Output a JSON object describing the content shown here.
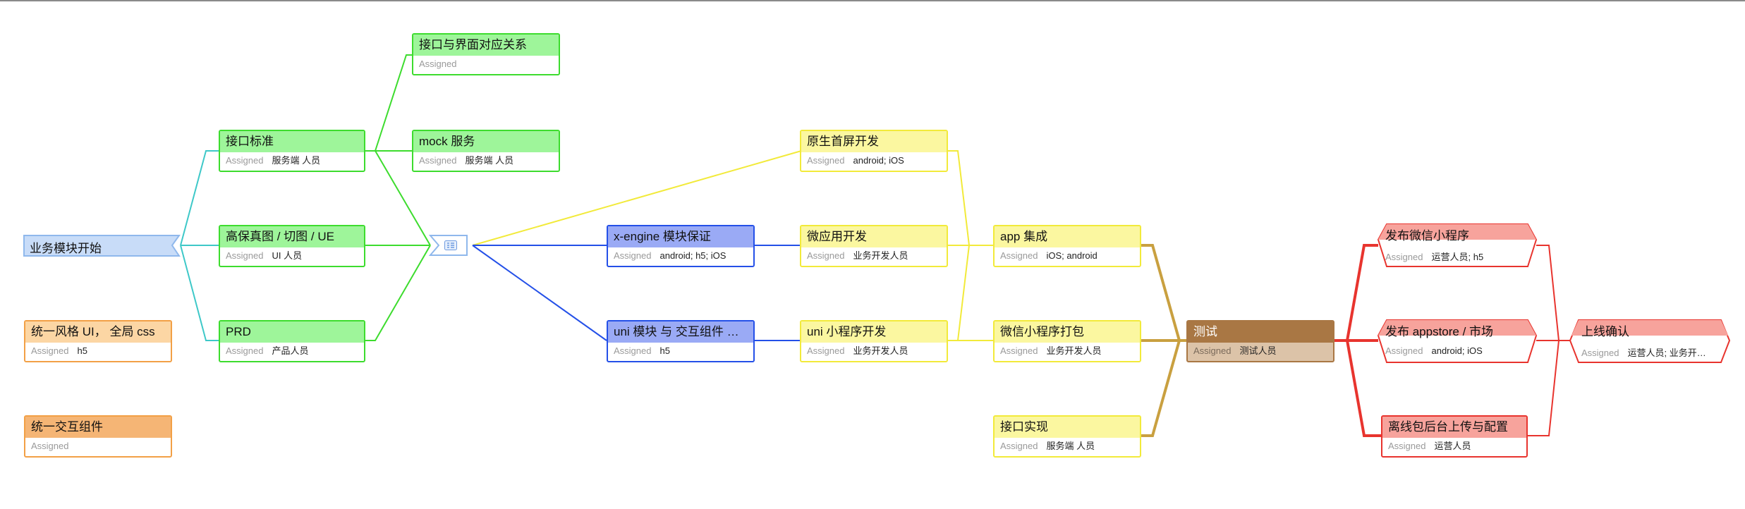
{
  "assigned_label": "Assigned",
  "nodes": {
    "start": {
      "title": "业务模块开始"
    },
    "style_ui": {
      "title": "统一风格 UI， 全局 css",
      "assignee": "h5"
    },
    "interaction": {
      "title": "统一交互组件",
      "assignee": ""
    },
    "api_std": {
      "title": "接口标准",
      "assignee": "服务端 人员"
    },
    "hifi": {
      "title": "高保真图 / 切图 / UE",
      "assignee": "UI 人员"
    },
    "prd": {
      "title": "PRD",
      "assignee": "产品人员"
    },
    "api_ui_map": {
      "title": "接口与界面对应关系",
      "assignee": ""
    },
    "mock": {
      "title": "mock 服务",
      "assignee": "服务端 人员"
    },
    "xengine": {
      "title": "x-engine 模块保证",
      "assignee": "android; h5; iOS"
    },
    "uni_module": {
      "title": "uni 模块 与 交互组件 保证",
      "assignee": "h5"
    },
    "native_home": {
      "title": "原生首屏开发",
      "assignee": "android; iOS"
    },
    "micro_app": {
      "title": "微应用开发",
      "assignee": "业务开发人员"
    },
    "uni_mini": {
      "title": "uni 小程序开发",
      "assignee": "业务开发人员"
    },
    "app_integrate": {
      "title": "app 集成",
      "assignee": "iOS; android"
    },
    "wx_package": {
      "title": "微信小程序打包",
      "assignee": "业务开发人员"
    },
    "api_impl": {
      "title": "接口实现",
      "assignee": "服务端 人员"
    },
    "test": {
      "title": "测试",
      "assignee": "测试人员"
    },
    "pub_wx": {
      "title": "发布微信小程序",
      "assignee": "运营人员; h5"
    },
    "pub_store": {
      "title": "发布 appstore / 市场",
      "assignee": "android; iOS"
    },
    "offline_pkg": {
      "title": "离线包后台上传与配置",
      "assignee": "运营人员"
    },
    "go_live": {
      "title": "上线确认",
      "assignee": "运营人员; 业务开…"
    }
  },
  "colors": {
    "green": "#3ddc2e",
    "green_fill": "#9ef59a",
    "teal": "#3ec8c8",
    "blue": "#2450e8",
    "blue_fill": "#9aaaf5",
    "light_blue": "#8fb8ec",
    "light_blue_fill": "#c8dcf8",
    "yellow": "#f2ea3a",
    "yellow_fill": "#fbf7a0",
    "gold": "#c9a040",
    "brown": "#a97744",
    "brown_fill": "#dcc3a8",
    "red": "#e8342e",
    "red_fill": "#f7a39c",
    "orange": "#f2a046",
    "orange_fill": "#fcd6a4",
    "orange_strong": "#f5b575"
  }
}
